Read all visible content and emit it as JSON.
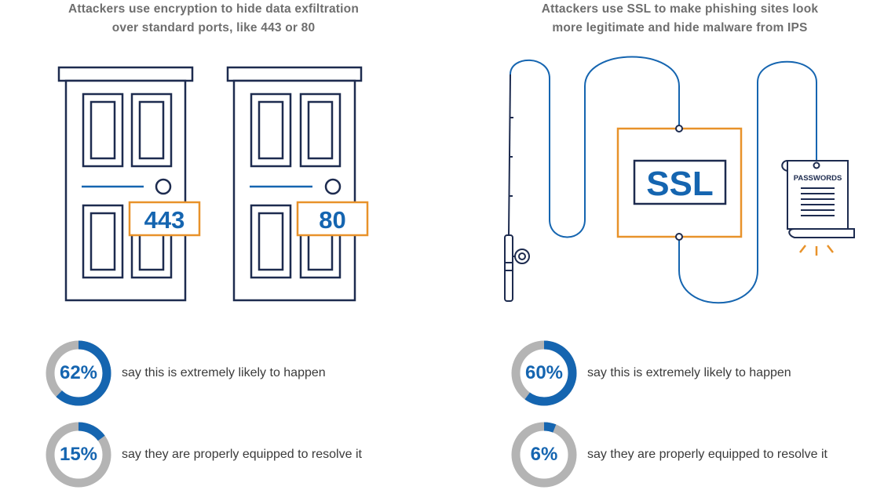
{
  "colors": {
    "navy": "#1d2b4f",
    "blue": "#1565b0",
    "orange": "#e8922a",
    "gray_text": "#6e6e6e",
    "ring_track": "#b4b4b4"
  },
  "left_panel": {
    "title_line1": "Attackers use encryption to hide data exfiltration",
    "title_line2": "over standard ports, like 443 or 80",
    "door1_port": "443",
    "door2_port": "80"
  },
  "right_panel": {
    "title_line1": "Attackers use SSL to make phishing sites look",
    "title_line2": "more legitimate and hide malware from IPS",
    "ssl_label": "SSL",
    "document_label": "PASSWORDS"
  },
  "stats": [
    {
      "percent": 62,
      "label": "62%",
      "caption": "say this is extremely likely to happen"
    },
    {
      "percent": 15,
      "label": "15%",
      "caption": "say they are properly equipped to resolve it"
    },
    {
      "percent": 60,
      "label": "60%",
      "caption": "say this is extremely likely to happen"
    },
    {
      "percent": 6,
      "label": "6%",
      "caption": "say they are properly equipped to resolve it"
    }
  ]
}
